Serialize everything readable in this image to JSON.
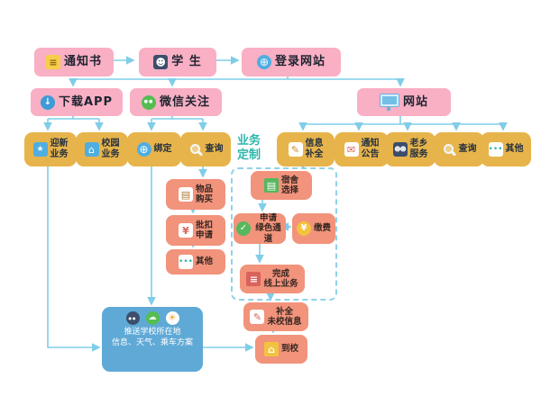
{
  "colors": {
    "pink_box": "#F9AFC4",
    "yellow_box": "#E7B44B",
    "orange_box": "#F2937C",
    "blue_box": "#5FA9D6",
    "arrow": "#7FCDE8",
    "teal_text": "#2FB6AC",
    "dashed_border": "#8FD2EA"
  },
  "nodes": {
    "notice_letter": {
      "label": "通知书",
      "icon": "document-icon"
    },
    "student": {
      "label": "学 生",
      "icon": "student-icon"
    },
    "login_site": {
      "label": "登录网站",
      "icon": "globe-icon"
    },
    "download_app": {
      "label": "下载APP",
      "icon": "app-icon"
    },
    "wechat_follow": {
      "label": "微信关注",
      "icon": "wechat-icon"
    },
    "website": {
      "label": "网站",
      "icon": "monitor-icon"
    },
    "welcome_business": {
      "label": "迎新\n业务",
      "icon": "new-user-icon"
    },
    "campus_business": {
      "label": "校园\n业务",
      "icon": "campus-icon"
    },
    "bind": {
      "label": "绑定",
      "icon": "globe-icon"
    },
    "query_wechat": {
      "label": "查询",
      "icon": "magnifier-icon"
    },
    "business_customize": {
      "label": "业务\n定制"
    },
    "info_completion": {
      "label": "信息\n补全",
      "icon": "form-icon"
    },
    "notice_announcement": {
      "label": "通知\n公告",
      "icon": "envelope-icon"
    },
    "hometown_service": {
      "label": "老乡\n服务",
      "icon": "people-icon"
    },
    "query_site": {
      "label": "查询",
      "icon": "magnifier-icon"
    },
    "other_site": {
      "label": "其他",
      "icon": "dots-icon"
    },
    "goods_purchase": {
      "label": "物品\n购买",
      "icon": "goods-box-icon"
    },
    "batch_deduct_apply": {
      "label": "批扣\n申请",
      "icon": "payment-icon"
    },
    "other_wechat": {
      "label": "其他",
      "icon": "dots-icon"
    },
    "dorm_selection": {
      "label": "宿舍\n选择",
      "icon": "locker-icon"
    },
    "green_channel_apply": {
      "label": "申请\n绿色通道",
      "icon": "green-channel-icon"
    },
    "pay_fee": {
      "label": "缴费",
      "icon": "moneybag-icon"
    },
    "finish_online_business": {
      "label": "完成\n线上业务",
      "icon": "books-icon"
    },
    "complete_unchecked_info": {
      "label": "补全\n未校信息",
      "icon": "pencil-icon"
    },
    "arrive_school": {
      "label": "到校",
      "icon": "school-building-icon"
    },
    "push_local_info": {
      "label": "推送学校所在地\n信息、天气、乘车方案",
      "icons": [
        "wechat-bubble-icon",
        "weather-cloud-icon",
        "sun-icon"
      ]
    }
  },
  "edges": [
    [
      "notice_letter",
      "student"
    ],
    [
      "student",
      "login_site"
    ],
    [
      "login_site",
      "download_app"
    ],
    [
      "login_site",
      "wechat_follow"
    ],
    [
      "login_site",
      "website"
    ],
    [
      "download_app",
      "welcome_business"
    ],
    [
      "download_app",
      "campus_business"
    ],
    [
      "wechat_follow",
      "bind"
    ],
    [
      "wechat_follow",
      "query_wechat"
    ],
    [
      "website",
      "info_completion"
    ],
    [
      "website",
      "notice_announcement"
    ],
    [
      "website",
      "hometown_service"
    ],
    [
      "website",
      "query_site"
    ],
    [
      "website",
      "other_site"
    ],
    [
      "query_wechat",
      "goods_purchase"
    ],
    [
      "goods_purchase",
      "batch_deduct_apply"
    ],
    [
      "batch_deduct_apply",
      "other_wechat"
    ],
    [
      "info_completion",
      "dorm_selection"
    ],
    [
      "dorm_selection",
      "green_channel_apply"
    ],
    [
      "green_channel_apply",
      "pay_fee"
    ],
    [
      "pay_fee",
      "green_channel_apply"
    ],
    [
      "green_channel_apply",
      "finish_online_business"
    ],
    [
      "finish_online_business",
      "complete_unchecked_info"
    ],
    [
      "complete_unchecked_info",
      "arrive_school"
    ],
    [
      "bind",
      "push_local_info"
    ],
    [
      "welcome_business",
      "push_local_info"
    ],
    [
      "push_local_info",
      "arrive_school"
    ]
  ]
}
